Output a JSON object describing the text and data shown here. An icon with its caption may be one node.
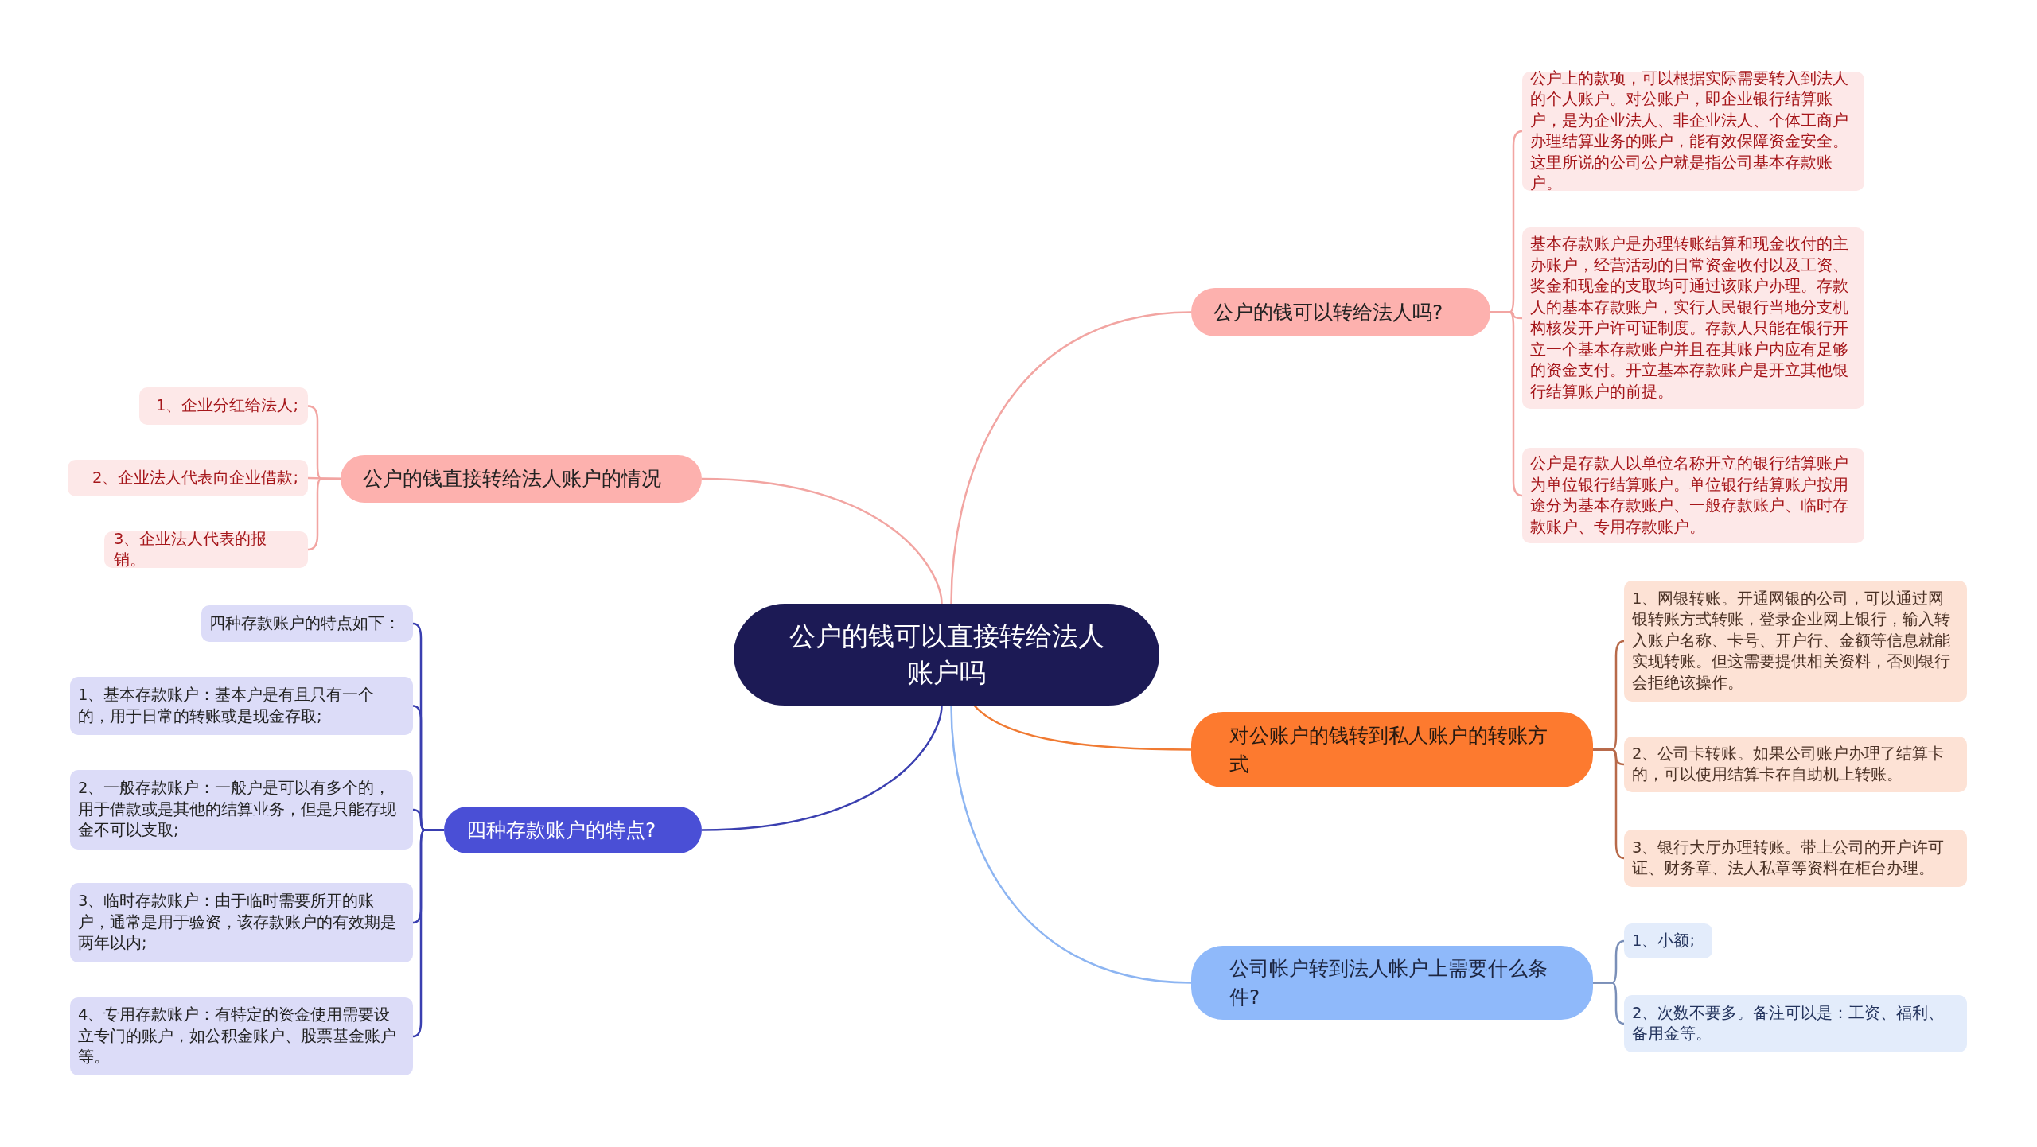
{
  "diagram": {
    "nodes": [
      {
        "text": [
          "公户的钱可以直接转给法人账户吗"
        ]
      },
      {
        "text": [
          "公户的钱可以转给法人吗?"
        ]
      },
      {
        "text": [
          "公户上的款项，可以根据实际需要转入到法人的个人账户。对公账户，即企业银行结算账户，是为企业法人、非企业法人、个体工商户办理结算业务的账户，能有效保障资金安全。这里所说的公司公户就是指公司基本存款账户。"
        ]
      },
      {
        "text": [
          "基本存款账户是办理转账结算和现金收付的主办账户，经营活动的日常资金收付以及工资、奖金和现金的支取均可通过该账户办理。存款人的基本存款账户，实行人民银行当地分支机构核发开户许可证制度。存款人只能在银行开立一个基本存款账户并且在其账户内应有足够的资金支付。开立基本存款账户是开立其他银行结算账户的前提。"
        ]
      },
      {
        "text": [
          "公户是存款人以单位名称开立的银行结算账户为单位银行结算账户。单位银行结算账户按用途分为基本存款账户、一般存款账户、临时存款账户、专用存款账户。"
        ]
      },
      {
        "text": [
          "对公账户的钱转到私人账户的转账方式"
        ]
      },
      {
        "text": [
          "1、网银转账。开通网银的公司，可以通过网银转账方式转账，登录企业网上银行，输入转入账户名称、卡号、开户行、金额等信息就能实现转账。但这需要提供相关资料，否则银行会拒绝该操作。"
        ]
      },
      {
        "text": [
          "2、公司卡转账。如果公司账户办理了结算卡的，可以使用结算卡在自助机上转账。"
        ]
      },
      {
        "text": [
          "3、银行大厅办理转账。带上公司的开户许可证、财务章、法人私章等资料在柜台办理。"
        ]
      },
      {
        "text": [
          "公司帐户转到法人帐户上需要什么条件?"
        ]
      },
      {
        "text": [
          "1、小额;"
        ]
      },
      {
        "text": [
          "2、次数不要多。备注可以是：工资、福利、备用金等。"
        ]
      },
      {
        "text": [
          "公户的钱直接转给法人账户的情况"
        ]
      },
      {
        "text": [
          "1、企业分红给法人;"
        ]
      },
      {
        "text": [
          "2、企业法人代表向企业借款;"
        ]
      },
      {
        "text": [
          "3、企业法人代表的报销。"
        ]
      },
      {
        "text": [
          "四种存款账户的特点?"
        ]
      },
      {
        "text": [
          "四种存款账户的特点如下："
        ]
      },
      {
        "text": [
          "1、基本存款账户：基本户是有且只有一个的，用于日常的转账或是现金存取;"
        ]
      },
      {
        "text": [
          "2、一般存款账户：一般户是可以有多个的，用于借款或是其他的结算业务，但是只能存现金不可以支取;"
        ]
      },
      {
        "text": [
          "3、临时存款账户：由于临时需要所开的账户，通常是用于验资，该存款账户的有效期是两年以内;"
        ]
      },
      {
        "text": [
          "4、专用存款账户：有特定的资金使用需要设立专门的账户，如公积金账户、股票基金账户等。"
        ]
      }
    ],
    "edges": [
      {
        "from": 0,
        "to": 1,
        "arrow": "none"
      },
      {
        "from": 1,
        "to": 2,
        "arrow": "none"
      },
      {
        "from": 1,
        "to": 3,
        "arrow": "none"
      },
      {
        "from": 1,
        "to": 4,
        "arrow": "none"
      },
      {
        "from": 0,
        "to": 5,
        "arrow": "none",
        "color": "#f07a32"
      },
      {
        "from": 5,
        "to": 6,
        "arrow": "none",
        "color": "#b86a4a"
      },
      {
        "from": 5,
        "to": 7,
        "arrow": "none",
        "color": "#b86a4a"
      },
      {
        "from": 5,
        "to": 8,
        "arrow": "none",
        "color": "#b86a4a"
      },
      {
        "from": 0,
        "to": 9,
        "arrow": "none",
        "color": "#8db5f2"
      },
      {
        "from": 9,
        "to": 10,
        "arrow": "none",
        "color": "#7a8fb8"
      },
      {
        "from": 9,
        "to": 11,
        "arrow": "none",
        "color": "#7a8fb8"
      },
      {
        "from": 0,
        "to": 12,
        "arrow": "none"
      },
      {
        "from": 12,
        "to": 13,
        "arrow": "none"
      },
      {
        "from": 12,
        "to": 14,
        "arrow": "none"
      },
      {
        "from": 12,
        "to": 15,
        "arrow": "none"
      },
      {
        "from": 0,
        "to": 16,
        "arrow": "none",
        "color": "#3a3fb0"
      },
      {
        "from": 16,
        "to": 17,
        "arrow": "none",
        "color": "#3a3fb0"
      },
      {
        "from": 16,
        "to": 18,
        "arrow": "none",
        "color": "#3a3fb0"
      },
      {
        "from": 16,
        "to": 19,
        "arrow": "none",
        "color": "#3a3fb0"
      },
      {
        "from": 16,
        "to": 20,
        "arrow": "none",
        "color": "#3a3fb0"
      },
      {
        "from": 16,
        "to": 21,
        "arrow": "none",
        "color": "#3a3fb0"
      }
    ]
  }
}
